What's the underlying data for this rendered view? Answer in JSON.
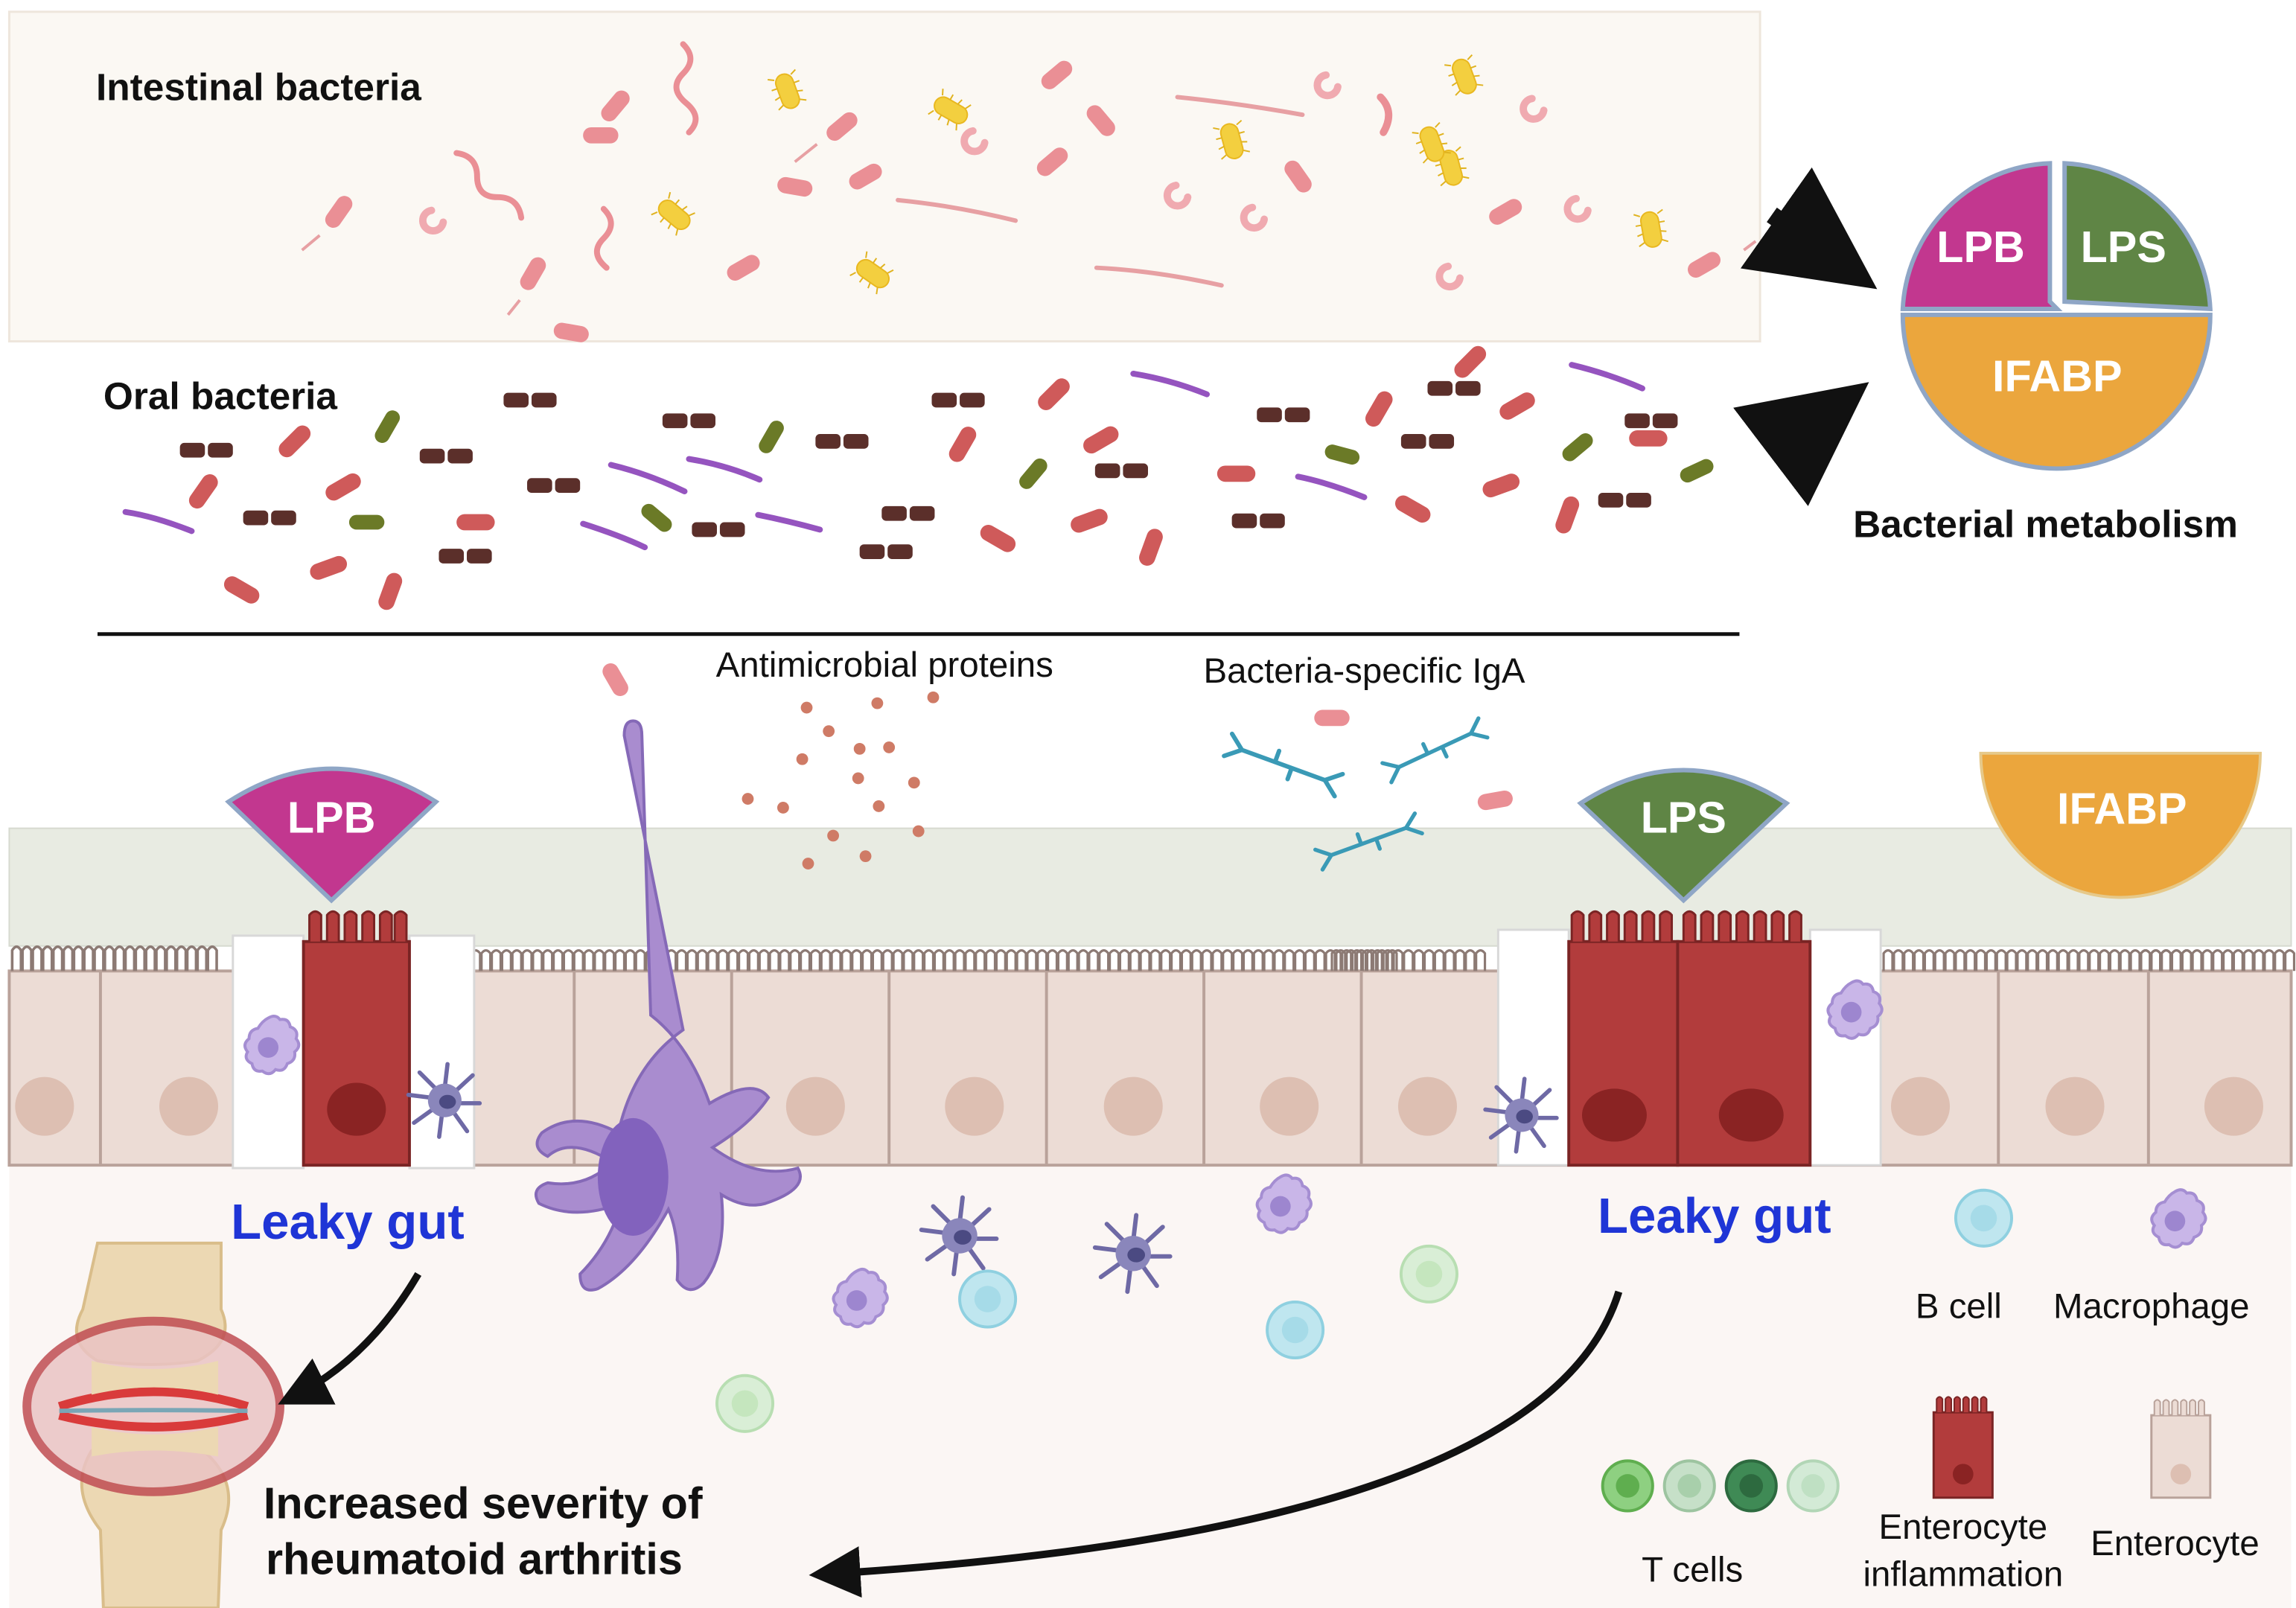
{
  "labels": {
    "intestinal_bacteria": "Intestinal bacteria",
    "oral_bacteria": "Oral bacteria",
    "bacterial_metabolism": "Bacterial metabolism",
    "antimicrobial_proteins": "Antimicrobial proteins",
    "bacteria_specific_iga": "Bacteria-specific IgA",
    "leaky_gut_left": "Leaky gut",
    "leaky_gut_right": "Leaky gut",
    "ra_line1": "Increased severity of",
    "ra_line2": "rheumatoid arthritis"
  },
  "pie": {
    "lpb": "LPB",
    "lps": "LPS",
    "ifabp": "IFABP"
  },
  "markers": {
    "lpb": "LPB",
    "lps": "LPS",
    "ifabp": "IFABP"
  },
  "legend": {
    "b_cell": "B cell",
    "macrophage": "Macrophage",
    "t_cells": "T cells",
    "enterocyte_inflammation_line1": "Enterocyte",
    "enterocyte_inflammation_line2": "inflammation",
    "enterocyte": "Enterocyte"
  },
  "colors": {
    "lpb": "#c2378f",
    "lps": "#5f8545",
    "ifabp": "#eba63d",
    "leaky_gut_text": "#1f35d6",
    "inflamed_cell": "#b23c3c",
    "enterocyte": "#ecdcd5",
    "dendritic_cell": "#a98ccf"
  },
  "icons": [
    "arrow-icon",
    "joint-icon",
    "dendritic-cell-icon",
    "macrophage-icon",
    "b-cell-icon",
    "t-cell-icon",
    "antibody-icon",
    "enterocyte-icon"
  ]
}
